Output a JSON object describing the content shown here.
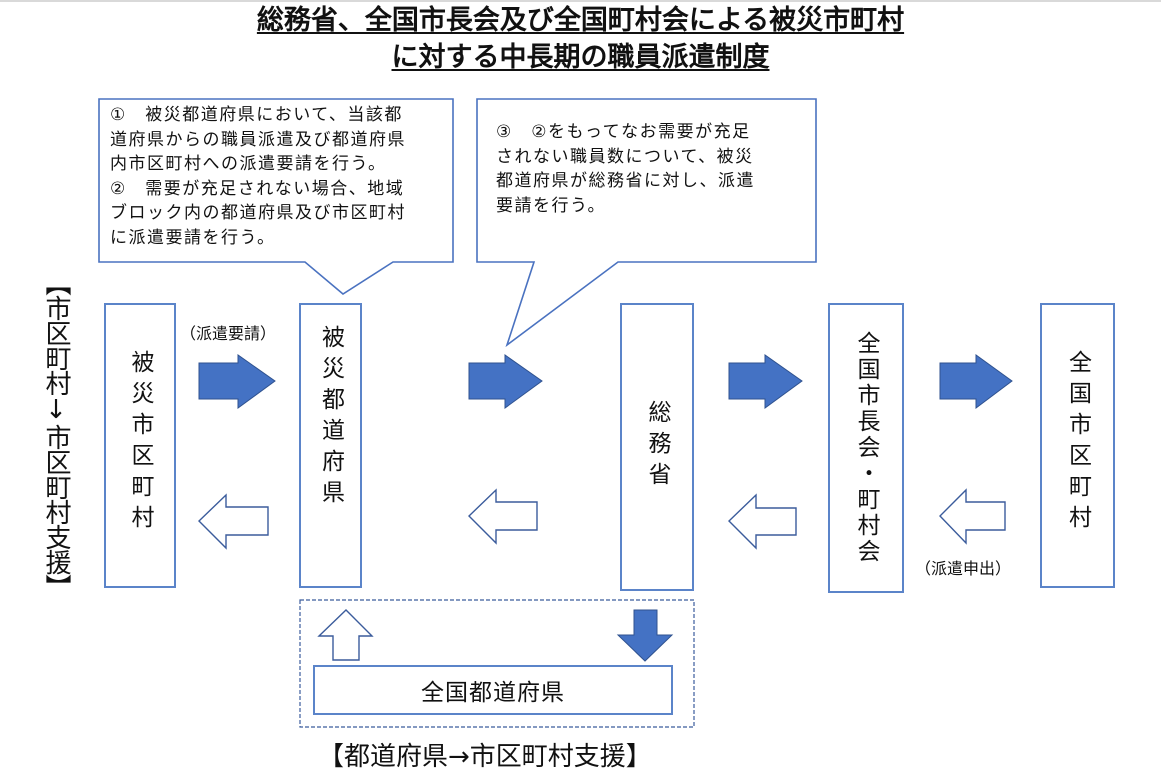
{
  "title": {
    "line1": "総務省、全国市長会及び全国町村会による被災市町村",
    "line2": "に対する中長期の職員派遣制度"
  },
  "callouts": [
    {
      "lines": [
        "①　被災都道府県において、当該都",
        "道府県からの職員派遣及び都道府県",
        "内市区町村への派遣要請を行う。",
        "②　需要が充足されない場合、地域",
        "ブロック内の都道府県及び市区町村",
        "に派遣要請を行う。"
      ]
    },
    {
      "lines": [
        "③　②をもってなお需要が充足",
        "されない職員数について、被災",
        "都道府県が総務省に対し、派遣",
        "要請を行う。"
      ]
    }
  ],
  "side_label": "【市区町村↓市区町村支援】",
  "bottom_label": "【都道府県→市区町村支援】",
  "nodes": {
    "affected_municipality": "被災市区町村",
    "affected_prefecture": "被災都道府県",
    "mic": "総務省",
    "mayors_association": "全国市長会・町村会",
    "all_municipalities": "全国市区町村",
    "all_prefectures": "全国都道府県"
  },
  "arrow_labels": {
    "dispatch_request": "（派遣要請）",
    "dispatch_offer": "（派遣申出）"
  },
  "colors": {
    "box_border": "#5b84c9",
    "arrow_fill": "#4472c4",
    "arrow_stroke": "#2f528f"
  }
}
